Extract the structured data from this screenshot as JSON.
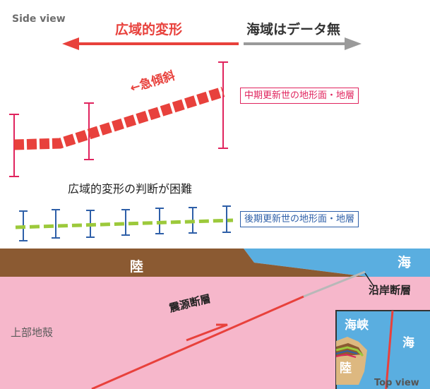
{
  "labels": {
    "side_view": "Side view",
    "regional_deformation": "広域的変形",
    "no_sea_data": "海域はデータ無",
    "steep_slope": "←急傾斜",
    "middle_pleistocene": "中期更新世の地形面・地層",
    "difficult": "広域的変形の判断が困難",
    "late_pleistocene": "後期更新世の地形面・地層",
    "land": "陸",
    "sea": "海",
    "coastal_fault": "沿岸断層",
    "upper_crust": "上部地殻",
    "source_fault": "震源断層",
    "strait": "海峡",
    "inset_sea": "海",
    "inset_land": "陸",
    "top_view": "Top view"
  },
  "colors": {
    "red": "#e8413c",
    "gray_arrow": "#9a9a9a",
    "magenta": "#e0245e",
    "blue": "#2e5fa8",
    "green": "#9cc93b",
    "land_brown": "#8b5a32",
    "sea_blue": "#5aaee0",
    "crust_pink": "#f6b7cb"
  }
}
